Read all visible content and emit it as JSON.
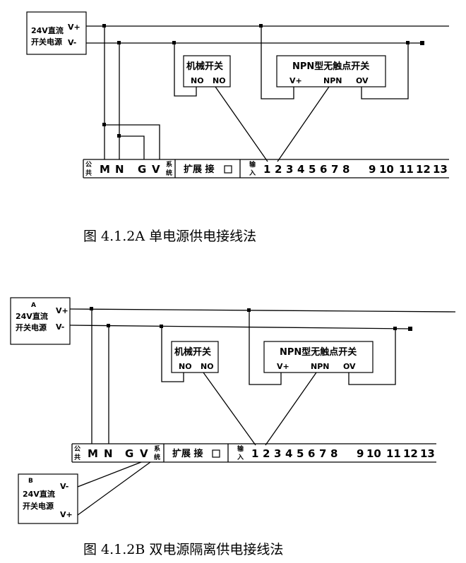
{
  "diagram_a": {
    "power_label_line1": "24V直流",
    "power_label_line2": "开关电源",
    "vplus": "V+",
    "vminus": "V-",
    "mech_switch_title": "机械开关",
    "mech_no1": "NO",
    "mech_no2": "NO",
    "npn_title": "NPN型无触点开关",
    "npn_vplus": "V+",
    "npn_npn": "NPN",
    "npn_0v": "OV",
    "caption": "图 4.1.2A 单电源供电接线法"
  },
  "diagram_b": {
    "source_a_letter": "A",
    "power_a_line1": "24V直流",
    "power_a_line2": "开关电源",
    "vplus": "V+",
    "vminus": "V-",
    "mech_switch_title": "机械开关",
    "mech_no1": "NO",
    "mech_no2": "NO",
    "npn_title": "NPN型无触点开关",
    "npn_vplus": "V+",
    "npn_npn": "NPN",
    "npn_0v": "OV",
    "source_b_letter": "B",
    "power_b_line1": "24V直流",
    "power_b_line2": "开关电源",
    "b_vminus": "V-",
    "b_vplus": "V+",
    "caption": "图 4.1.2B 双电源隔离供电接线法"
  },
  "terminal_strip": {
    "common_top": "公",
    "common_bottom": "共",
    "m": "M",
    "n": "N",
    "g": "G",
    "v": "V",
    "system_top": "系",
    "system_bottom": "统",
    "expansion": "扩展 接",
    "input_top": "输",
    "input_bottom": "入",
    "numbers": [
      "1",
      "2",
      "3",
      "4",
      "5",
      "6",
      "7",
      "8",
      "9",
      "10",
      "11",
      "12",
      "13"
    ]
  }
}
